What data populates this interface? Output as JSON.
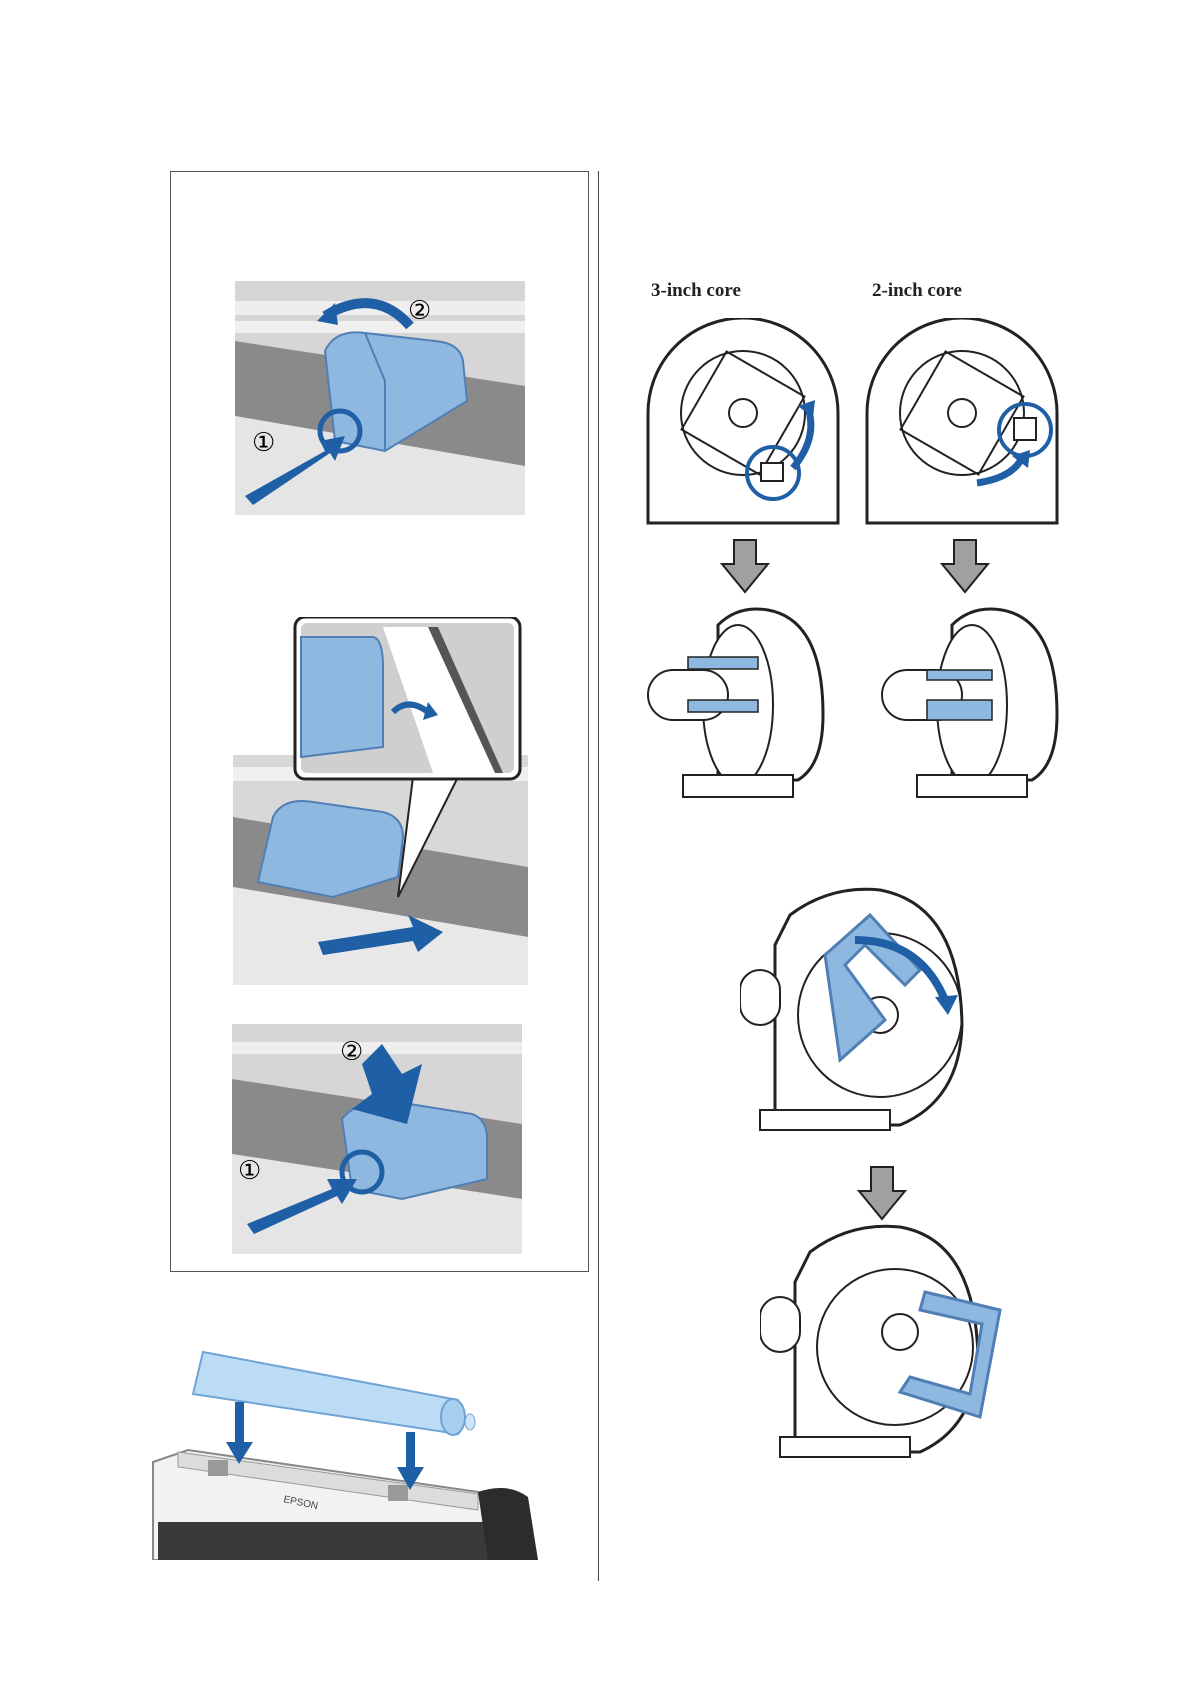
{
  "labels": {
    "core_3inch": "3-inch core",
    "core_2inch": "2-inch core",
    "step_1": "①",
    "step_2": "②",
    "brand": "EPSON"
  },
  "colors": {
    "part_blue": "#8fb8e0",
    "part_blue_dark": "#5a8fc8",
    "arrow_blue": "#1f5fa6",
    "arrow_gray": "#a0a0a0",
    "rail_gray": "#9a9a9a",
    "outline": "#222222"
  },
  "icons": {
    "push_arrow": "push-arrow-icon",
    "rotate_arrow": "rotate-arrow-icon",
    "down_arrow": "down-arrow-icon"
  }
}
